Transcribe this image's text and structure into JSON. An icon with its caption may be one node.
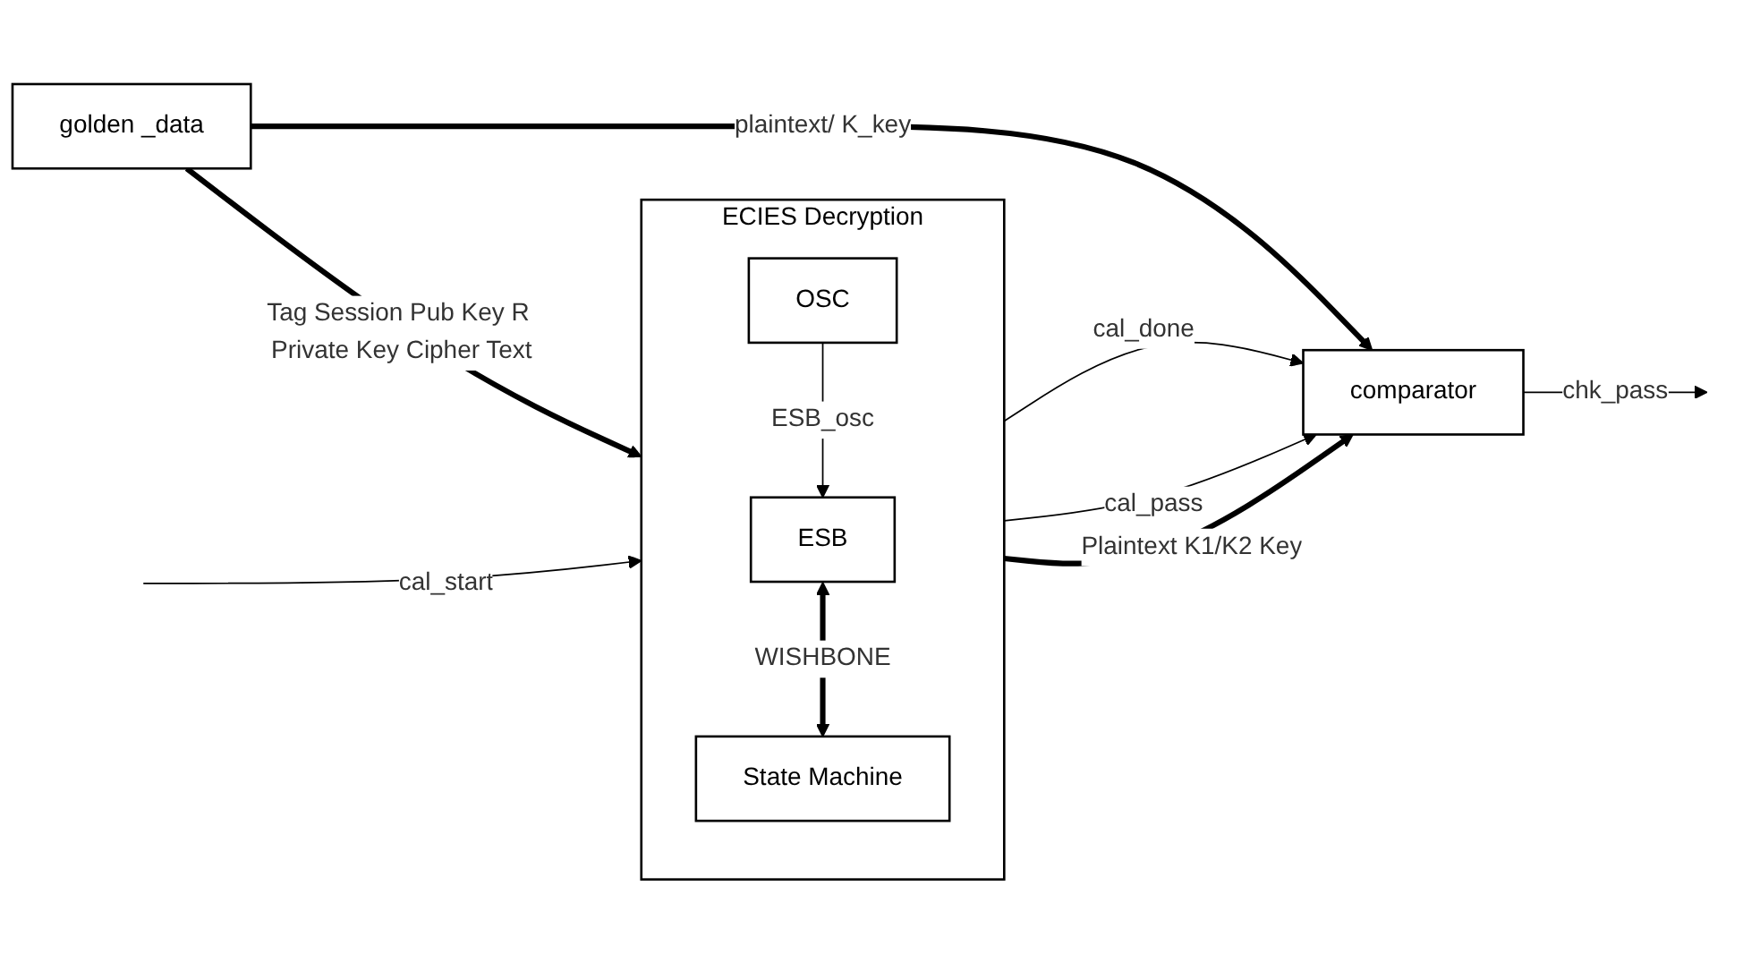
{
  "diagram": {
    "nodes": [
      {
        "text": [
          "ECIES Decryption"
        ]
      },
      {
        "text": [
          "ESB"
        ],
        "in": 0
      },
      {
        "text": [
          "State Machine"
        ],
        "in": 0
      },
      {
        "text": [
          "OSC"
        ],
        "in": 0
      },
      {
        "text": [
          "golden _data"
        ]
      },
      {
        "text": [
          "comparator"
        ]
      }
    ],
    "edges": [
      {
        "from": 1,
        "to": 2,
        "label": "WISHBONE",
        "arrow": "both",
        "style": "thick"
      },
      {
        "from": 3,
        "to": 1,
        "label": "ESB_osc",
        "arrow": "to"
      },
      {
        "from": null,
        "to": 0,
        "label": "cal_start",
        "arrow": "to"
      },
      {
        "from": 4,
        "to": 0,
        "label": "Tag Session Pub Key R Private Key Cipher Text",
        "arrow": "to",
        "style": "thick"
      },
      {
        "from": 4,
        "to": 5,
        "label": "plaintext/ K_key",
        "arrow": "to",
        "style": "thick"
      },
      {
        "from": 0,
        "to": 5,
        "label": "cal_done",
        "arrow": "to"
      },
      {
        "from": 0,
        "to": 5,
        "label": "cal_pass",
        "arrow": "to"
      },
      {
        "from": 0,
        "to": 5,
        "label": "Plaintext K1/K2 Key",
        "arrow": "to",
        "style": "thick"
      },
      {
        "from": 5,
        "to": null,
        "label": "chk_pass",
        "arrow": "to"
      }
    ]
  }
}
